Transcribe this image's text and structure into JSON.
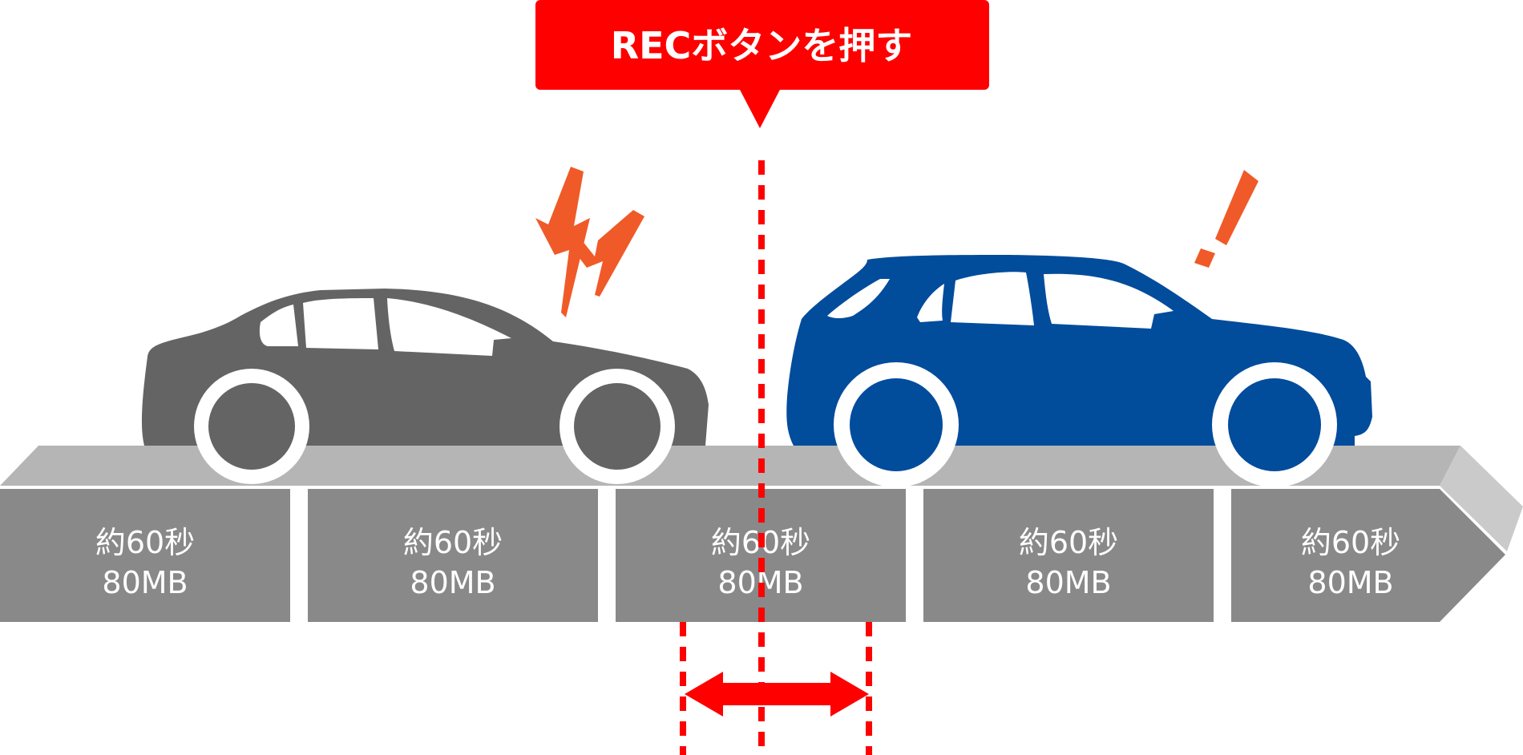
{
  "callout": {
    "label": "RECボタンを押す"
  },
  "segments": [
    {
      "duration": "約60秒",
      "size": "80MB"
    },
    {
      "duration": "約60秒",
      "size": "80MB"
    },
    {
      "duration": "約60秒",
      "size": "80MB"
    },
    {
      "duration": "約60秒",
      "size": "80MB"
    },
    {
      "duration": "約60秒",
      "size": "80MB"
    }
  ],
  "colors": {
    "accent_red": "#ff0000",
    "timeline_dark": "#898989",
    "road": "#b5b5b5",
    "rear_car": "#646464",
    "front_car": "#024c9c",
    "alert_orange": "#f05a28"
  },
  "icons": [
    "impact-lightning-icon",
    "exclamation-icon",
    "double-arrow-icon"
  ]
}
